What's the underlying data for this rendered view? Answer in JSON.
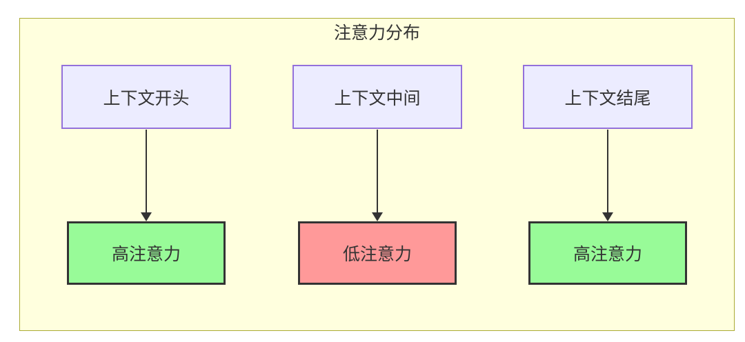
{
  "diagram": {
    "type": "flowchart",
    "title": "注意力分布",
    "columns": [
      {
        "source": "上下文开头",
        "result": "高注意力",
        "result_level": "high",
        "result_fill": "#98FB98"
      },
      {
        "source": "上下文中间",
        "result": "低注意力",
        "result_level": "low",
        "result_fill": "#FF9999"
      },
      {
        "source": "上下文结尾",
        "result": "高注意力",
        "result_level": "high",
        "result_fill": "#98FB98"
      }
    ],
    "colors": {
      "container_fill": "#FFFFDE",
      "container_border": "#AAAA33",
      "source_fill": "#ECECFF",
      "source_border": "#9370DB",
      "high_attention_fill": "#98FB98",
      "low_attention_fill": "#FF9999",
      "result_border": "#333333",
      "arrow": "#333333",
      "text": "#333333"
    }
  }
}
